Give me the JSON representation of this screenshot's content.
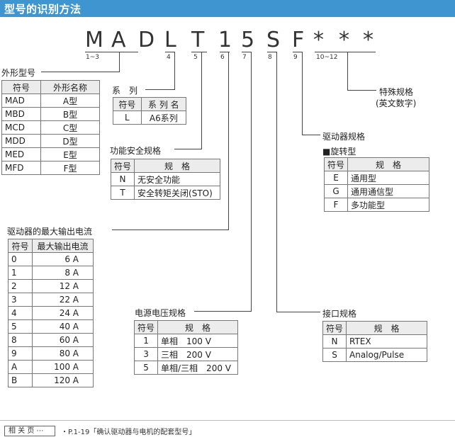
{
  "title": "型号的识别方法",
  "code": {
    "chars": [
      "M",
      "A",
      "D",
      "L",
      "T",
      "1",
      "5",
      "S",
      "F",
      "*",
      "*",
      "*"
    ],
    "positions": [
      "1~3",
      "4",
      "5",
      "6",
      "7",
      "8",
      "9",
      "10~12"
    ]
  },
  "outer": {
    "label": "外形型号",
    "headers": [
      "符号",
      "外形名称"
    ],
    "rows": [
      [
        "MAD",
        "A型"
      ],
      [
        "MBD",
        "B型"
      ],
      [
        "MCD",
        "C型"
      ],
      [
        "MDD",
        "D型"
      ],
      [
        "MED",
        "E型"
      ],
      [
        "MFD",
        "F型"
      ]
    ]
  },
  "series": {
    "label": "系　列",
    "headers": [
      "符号",
      "系 列 名"
    ],
    "rows": [
      [
        "L",
        "A6系列"
      ]
    ]
  },
  "safety": {
    "label": "功能安全规格",
    "headers": [
      "符号",
      "规　格"
    ],
    "rows": [
      [
        "N",
        "无安全功能"
      ],
      [
        "T",
        "安全转矩关闭(STO)"
      ]
    ]
  },
  "current": {
    "label": "驱动器的最大输出电流",
    "headers": [
      "符号",
      "最大输出电流"
    ],
    "rows": [
      [
        "0",
        "6 A"
      ],
      [
        "1",
        "8 A"
      ],
      [
        "2",
        "12 A"
      ],
      [
        "3",
        "22 A"
      ],
      [
        "4",
        "24 A"
      ],
      [
        "5",
        "40 A"
      ],
      [
        "8",
        "60 A"
      ],
      [
        "9",
        "80 A"
      ],
      [
        "A",
        "100 A"
      ],
      [
        "B",
        "120 A"
      ]
    ]
  },
  "voltage": {
    "label": "电源电压规格",
    "headers": [
      "符号",
      "规　格"
    ],
    "rows": [
      [
        "1",
        "单相　100 V"
      ],
      [
        "3",
        "三相　200 V"
      ],
      [
        "5",
        "单相/三相　200 V"
      ]
    ]
  },
  "special": {
    "label1": "特殊规格",
    "label2": "(英文数字)"
  },
  "driver": {
    "label": "驱动器规格",
    "sublabel": "■旋转型",
    "headers": [
      "符号",
      "规　格"
    ],
    "rows": [
      [
        "E",
        "通用型"
      ],
      [
        "G",
        "通用通信型"
      ],
      [
        "F",
        "多功能型"
      ]
    ]
  },
  "interface": {
    "label": "接口规格",
    "headers": [
      "符号",
      "规　格"
    ],
    "rows": [
      [
        "N",
        "RTEX"
      ],
      [
        "S",
        "Analog/Pulse"
      ]
    ]
  },
  "footer": {
    "ref_label": "相 关 页 ⋯",
    "ref_text": "・P.1-19「确认驱动器与电机的配套型号」"
  }
}
